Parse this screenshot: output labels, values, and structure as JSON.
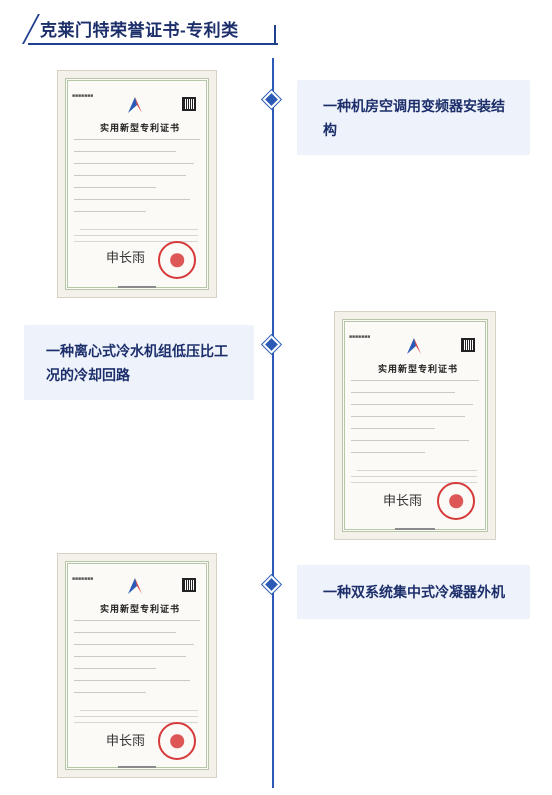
{
  "header": {
    "title": "克莱门特荣誉证书-专利类"
  },
  "patents": [
    {
      "name": "一种机房空调用变频器安装结构"
    },
    {
      "name": "一种离心式冷水机组低压比工况的冷却回路"
    },
    {
      "name": "一种双系统集中式冷凝器外机"
    }
  ],
  "certificate": {
    "title": "实用新型专利证书",
    "signature": "申长雨"
  },
  "colors": {
    "accent": "#2a5ab5",
    "title_text": "#1c2f6b",
    "card_bg": "#eef2fb",
    "seal": "#d63a3a"
  }
}
